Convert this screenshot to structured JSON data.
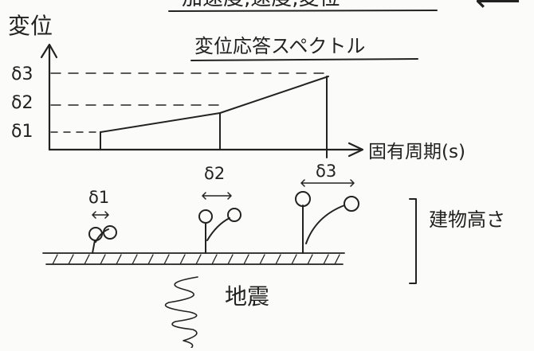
{
  "heading_top": "加速度,速度,変位",
  "arrow_symbol": "⟵",
  "axis_y_label": "変位",
  "chart_title": "変位応答スペクトル",
  "axis_x_label": "固有周期(s)",
  "delta_labels": [
    "δ3",
    "δ2",
    "δ1"
  ],
  "building_delta_labels": [
    "δ1",
    "δ2",
    "δ3"
  ],
  "building_height_label": "建物高さ",
  "earthquake_label": "地震",
  "ink_color": "#222222"
}
